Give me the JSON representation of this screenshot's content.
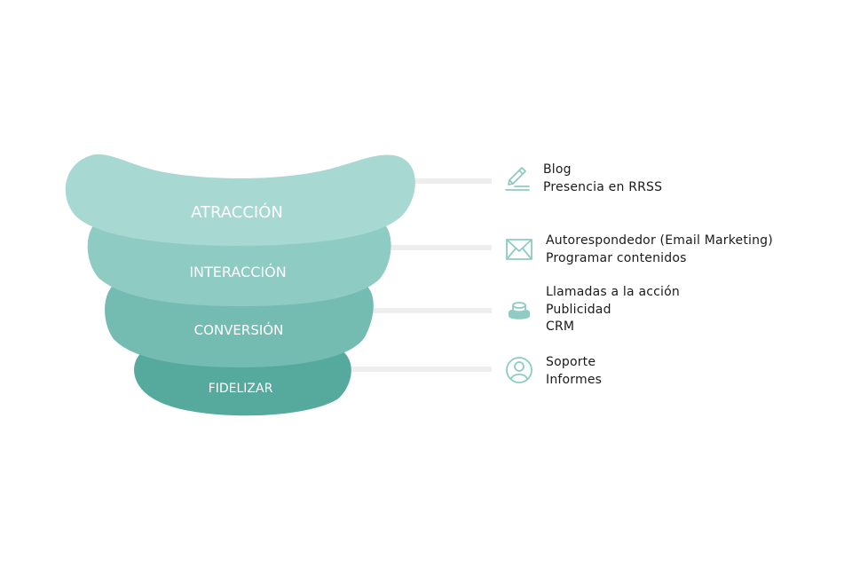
{
  "colors": {
    "stage_1": "#a7d8d2",
    "stage_2": "#8ecbc3",
    "stage_3": "#74bbb1",
    "stage_4": "#55a99d",
    "connector": "#eeeeee",
    "icon": "#8ecbc3",
    "text": "#1a1a1a",
    "label": "#ffffff"
  },
  "stages": [
    {
      "label": "ATRACCIÓN",
      "icon": "pencil-icon",
      "items": [
        "Blog",
        "Presencia en RRSS"
      ]
    },
    {
      "label": "INTERACCIÓN",
      "icon": "envelope-icon",
      "items": [
        "Autorespondedor (Email Marketing)",
        "Programar contenidos"
      ]
    },
    {
      "label": "CONVERSIÓN",
      "icon": "push-button-icon",
      "items": [
        "Llamadas a la acción",
        "Publicidad",
        "CRM"
      ]
    },
    {
      "label": "FIDELIZAR",
      "icon": "user-icon",
      "items": [
        "Soporte",
        "Informes"
      ]
    }
  ]
}
